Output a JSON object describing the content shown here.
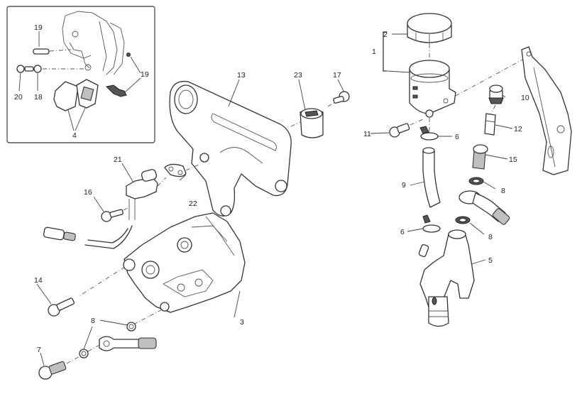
{
  "diagram": {
    "title": "Rear brake system exploded view",
    "inset": {
      "description": "Caliper detail with brake pads",
      "labels": {
        "pin_19": "19",
        "clip_19": "19",
        "bleed_20": "20",
        "screw_18": "18",
        "pads_4": "4"
      }
    },
    "labels": {
      "reservoir_assembly": "1",
      "reservoir_cap": "2",
      "caliper": "3",
      "master_cylinder": "5",
      "clamp_upper": "6",
      "clamp_lower": "6",
      "banjo_bolt_7": "7",
      "washer_8_right_upper": "8",
      "washer_8_right_lower": "8",
      "washer_8_left": "8",
      "hose": "9",
      "fitting_10": "10",
      "screw_11": "11",
      "fitting_12": "12",
      "caliper_bracket": "13",
      "caliper_bolt": "14",
      "union_15": "15",
      "screw_16": "16",
      "screw_17": "17",
      "sensor_21": "21",
      "gasket_22": "22",
      "bushing_23": "23"
    }
  }
}
